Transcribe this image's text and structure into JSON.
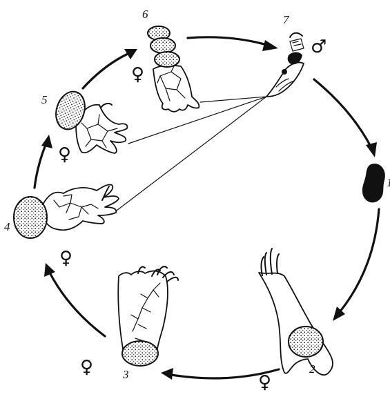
{
  "figure": {
    "stages": [
      {
        "number": "1",
        "sex": ""
      },
      {
        "number": "2",
        "sex": "♀"
      },
      {
        "number": "3",
        "sex": "♀"
      },
      {
        "number": "4",
        "sex": "♀"
      },
      {
        "number": "5",
        "sex": "♀"
      },
      {
        "number": "6",
        "sex": "♀"
      },
      {
        "number": "7",
        "sex": "♂"
      }
    ]
  }
}
